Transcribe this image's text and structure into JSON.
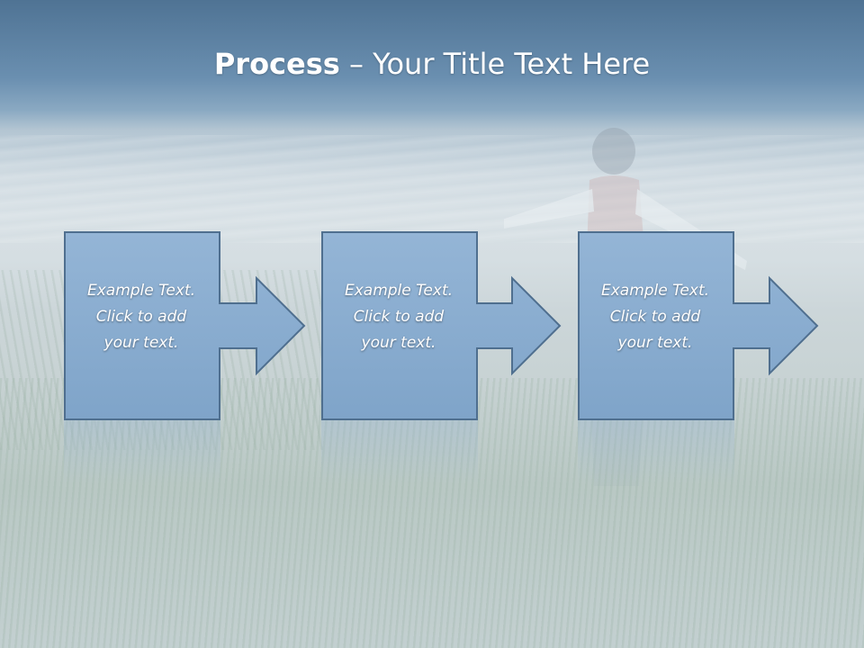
{
  "title": {
    "bold": "Process",
    "separator": " – ",
    "rest": "Your Title Text Here"
  },
  "steps": [
    {
      "line1": "Example Text.",
      "line2": "Click  to add",
      "line3": "your text."
    },
    {
      "line1": "Example Text.",
      "line2": "Click  to add",
      "line3": "your text."
    },
    {
      "line1": "Example Text.",
      "line2": "Click  to add",
      "line3": "your text."
    }
  ],
  "colors": {
    "box_fill": "#8aaed2",
    "box_stroke": "#4f6f8f",
    "title_text": "#ffffff"
  }
}
